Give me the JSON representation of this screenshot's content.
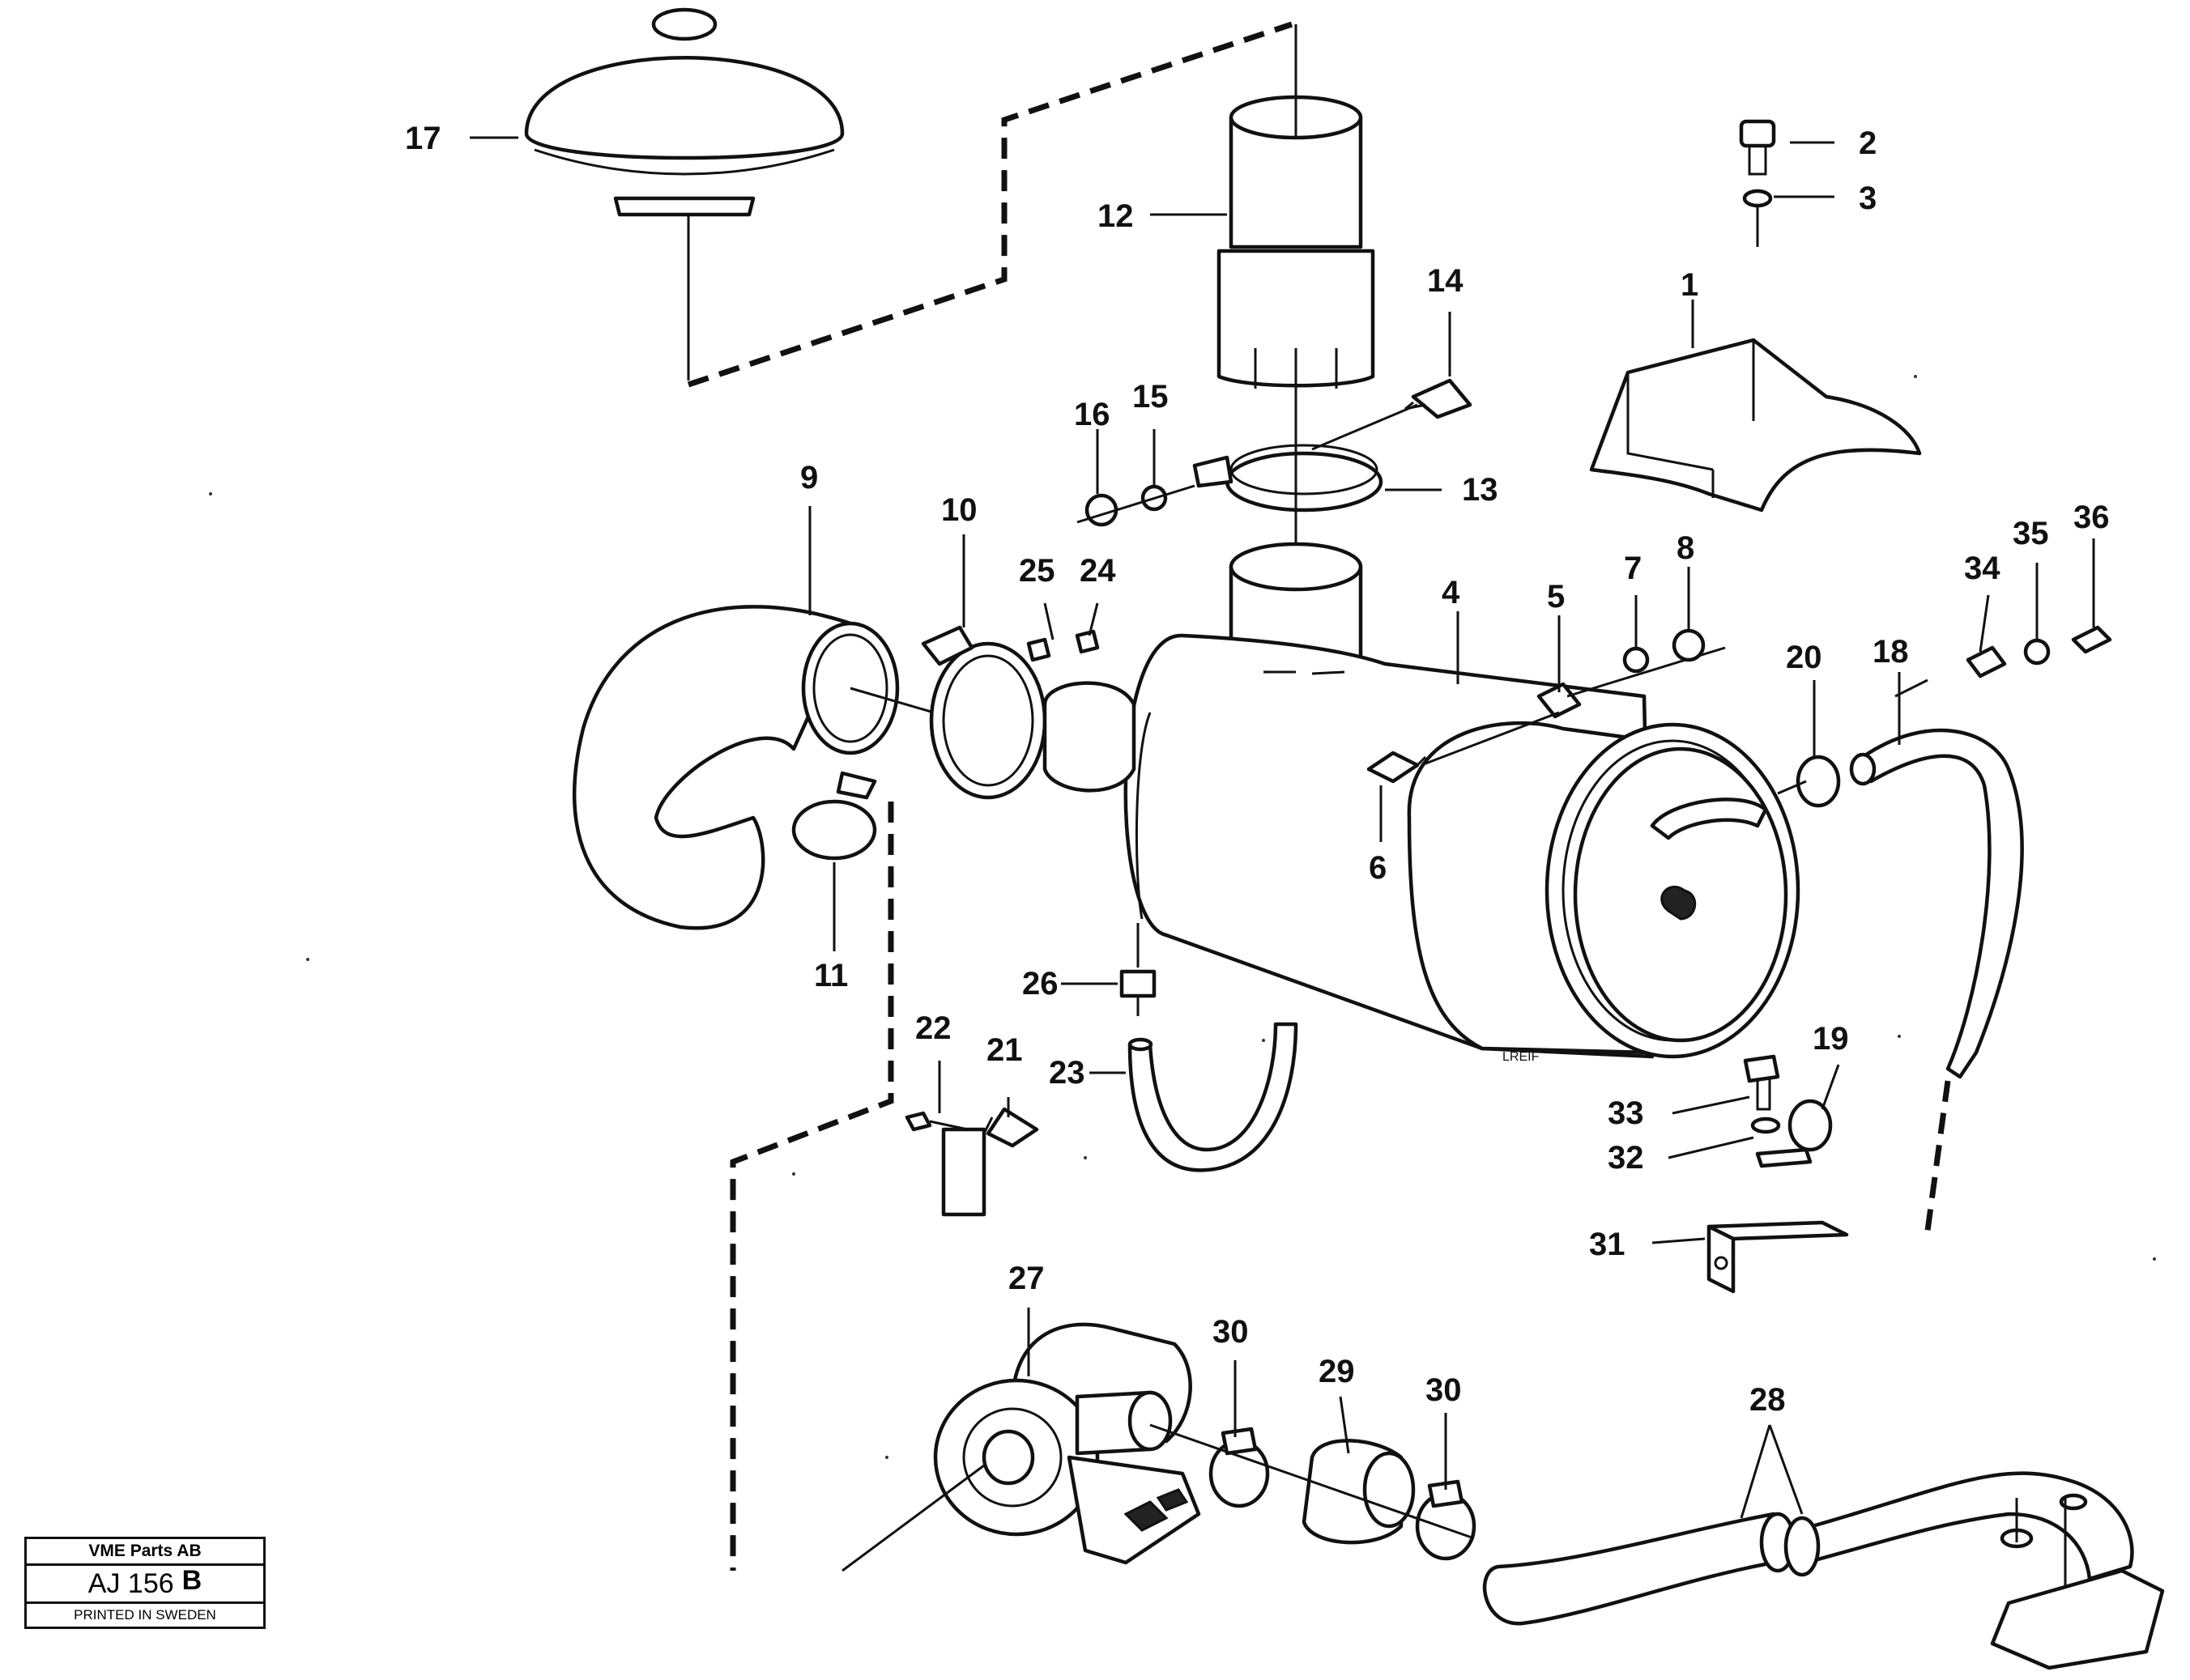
{
  "callouts": [
    {
      "id": "17",
      "label": "17"
    },
    {
      "id": "12",
      "label": "12"
    },
    {
      "id": "2",
      "label": "2"
    },
    {
      "id": "3",
      "label": "3"
    },
    {
      "id": "14",
      "label": "14"
    },
    {
      "id": "1",
      "label": "1"
    },
    {
      "id": "16",
      "label": "16"
    },
    {
      "id": "15",
      "label": "15"
    },
    {
      "id": "13",
      "label": "13"
    },
    {
      "id": "9",
      "label": "9"
    },
    {
      "id": "10",
      "label": "10"
    },
    {
      "id": "25",
      "label": "25"
    },
    {
      "id": "24",
      "label": "24"
    },
    {
      "id": "4",
      "label": "4"
    },
    {
      "id": "5",
      "label": "5"
    },
    {
      "id": "7",
      "label": "7"
    },
    {
      "id": "8",
      "label": "8"
    },
    {
      "id": "34",
      "label": "34"
    },
    {
      "id": "35",
      "label": "35"
    },
    {
      "id": "36",
      "label": "36"
    },
    {
      "id": "20",
      "label": "20"
    },
    {
      "id": "18",
      "label": "18"
    },
    {
      "id": "6",
      "label": "6"
    },
    {
      "id": "11",
      "label": "11"
    },
    {
      "id": "26",
      "label": "26"
    },
    {
      "id": "22",
      "label": "22"
    },
    {
      "id": "21",
      "label": "21"
    },
    {
      "id": "23",
      "label": "23"
    },
    {
      "id": "19",
      "label": "19"
    },
    {
      "id": "33",
      "label": "33"
    },
    {
      "id": "32",
      "label": "32"
    },
    {
      "id": "31",
      "label": "31"
    },
    {
      "id": "27",
      "label": "27"
    },
    {
      "id": "30a",
      "label": "30"
    },
    {
      "id": "29",
      "label": "29"
    },
    {
      "id": "30b",
      "label": "30"
    },
    {
      "id": "28",
      "label": "28"
    }
  ],
  "stamp_text": "LREIF",
  "title_block": {
    "company": "VME Parts AB",
    "drawing_code": "AJ 156",
    "revision": "B",
    "printed": "PRINTED IN SWEDEN"
  }
}
